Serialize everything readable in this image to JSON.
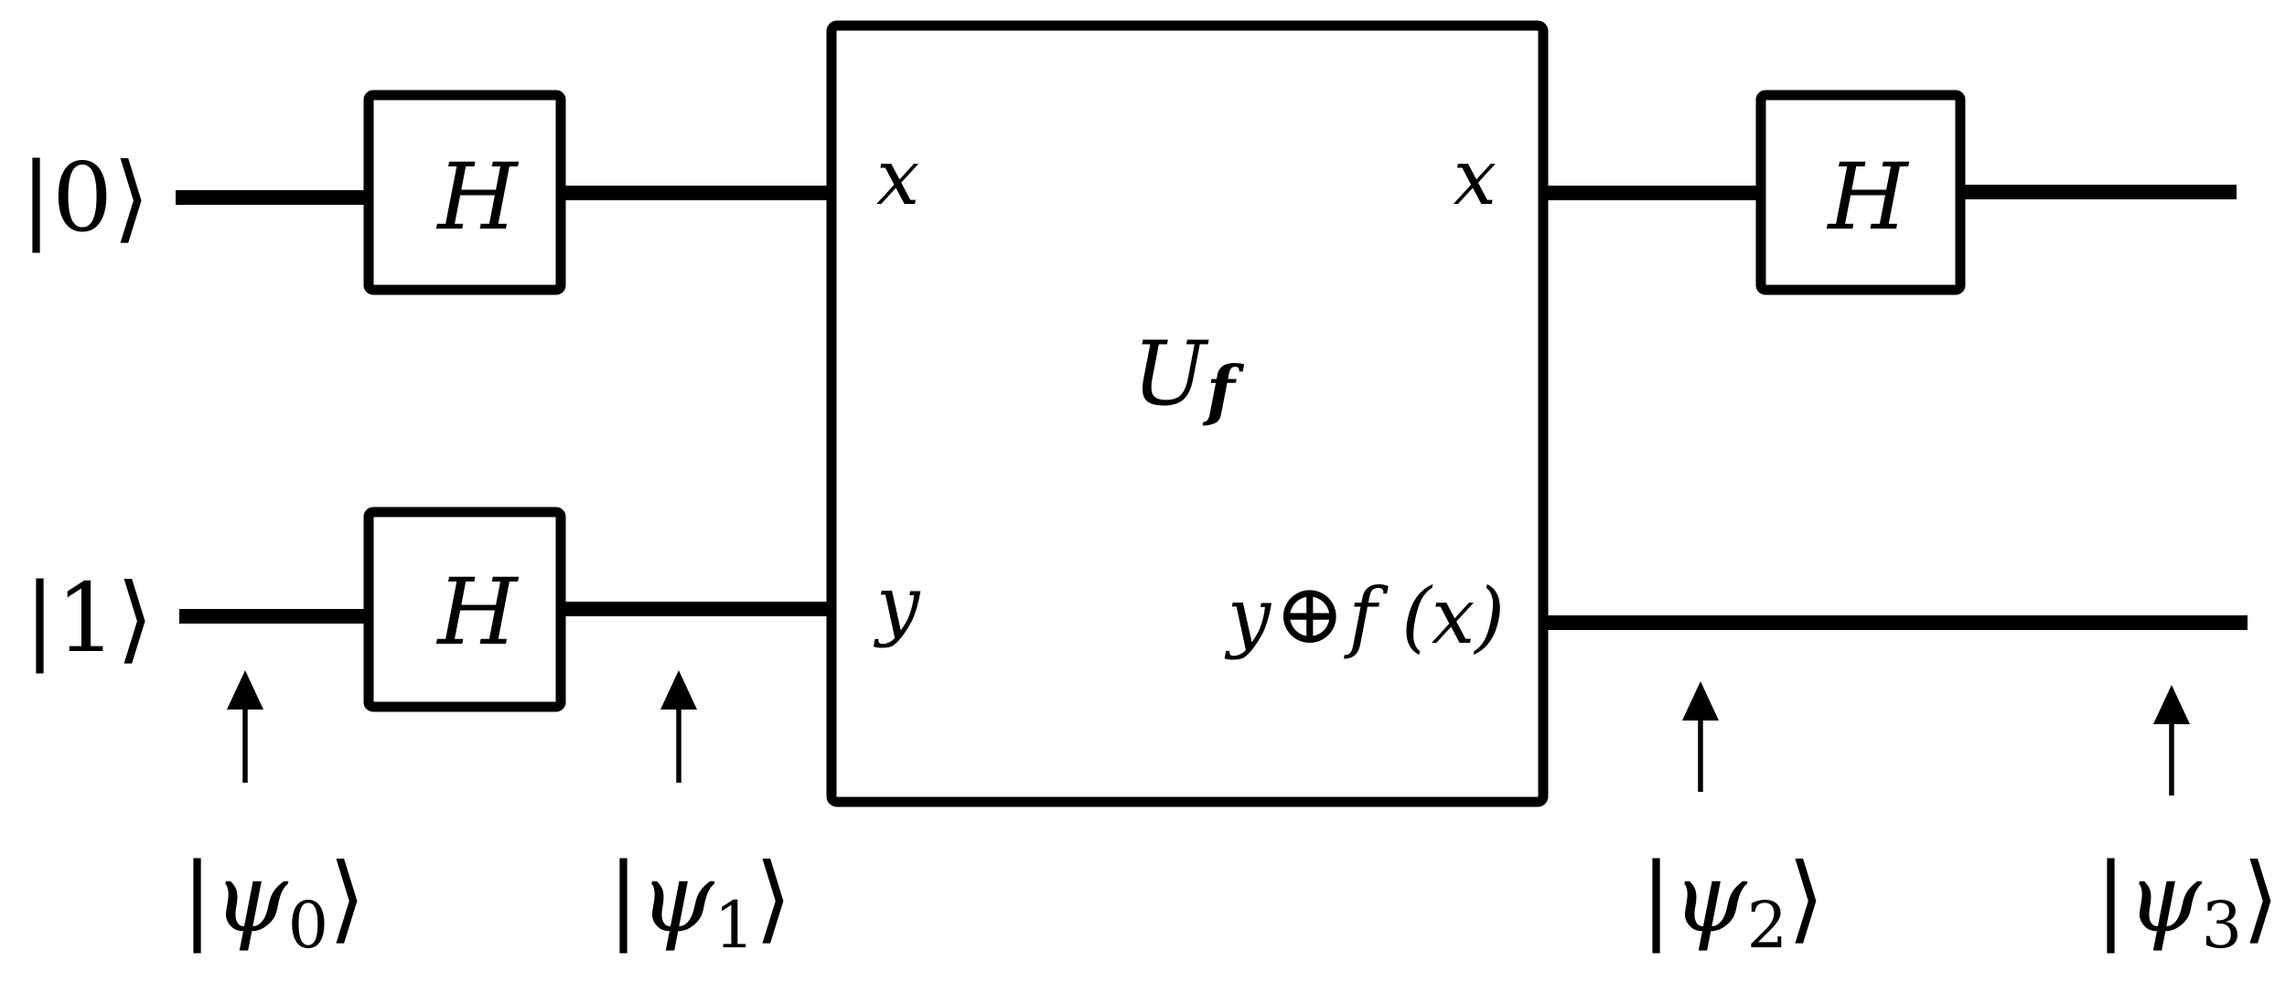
{
  "inputs": {
    "top_ket": "|0⟩",
    "bottom_ket": "|1⟩"
  },
  "gates": {
    "hadamard_label": "H",
    "oracle": {
      "label_main": "U",
      "label_sub": "f",
      "input_x": "x",
      "input_y": "y",
      "output_x": "x",
      "output_y_prefix": "y",
      "output_y_oplus": "⊕",
      "output_y_suffix": "f (x)"
    }
  },
  "states": {
    "psi0": {
      "psi": "ψ",
      "index": "0"
    },
    "psi1": {
      "psi": "ψ",
      "index": "1"
    },
    "psi2": {
      "psi": "ψ",
      "index": "2"
    },
    "psi3": {
      "psi": "ψ",
      "index": "3"
    }
  },
  "colors": {
    "ink": "#000000",
    "background": "#ffffff"
  }
}
